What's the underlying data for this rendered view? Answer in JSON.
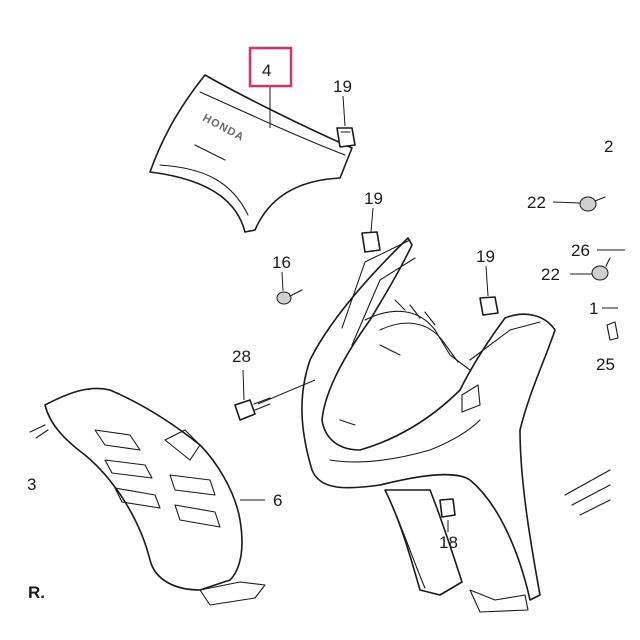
{
  "highlight_color": "#d6336c",
  "callouts": [
    {
      "id": "p4",
      "text": "4",
      "highlighted": true
    },
    {
      "id": "p19a",
      "text": "19",
      "highlighted": false
    },
    {
      "id": "p19b",
      "text": "19",
      "highlighted": false
    },
    {
      "id": "p19c",
      "text": "19",
      "highlighted": false
    },
    {
      "id": "p22a",
      "text": "22",
      "highlighted": false
    },
    {
      "id": "p22b",
      "text": "22",
      "highlighted": false
    },
    {
      "id": "p26",
      "text": "26",
      "highlighted": false
    },
    {
      "id": "p16",
      "text": "16",
      "highlighted": false
    },
    {
      "id": "p28",
      "text": "28",
      "highlighted": false
    },
    {
      "id": "p6",
      "text": "6",
      "highlighted": false
    },
    {
      "id": "p18",
      "text": "18",
      "highlighted": false
    },
    {
      "id": "p1",
      "text": "1",
      "highlighted": false
    },
    {
      "id": "p25",
      "text": "25",
      "highlighted": false
    },
    {
      "id": "p3",
      "text": "3",
      "highlighted": false
    },
    {
      "id": "p2",
      "text": "2",
      "highlighted": false
    }
  ],
  "emblem_text": "HONDA",
  "edge_mark": "R."
}
